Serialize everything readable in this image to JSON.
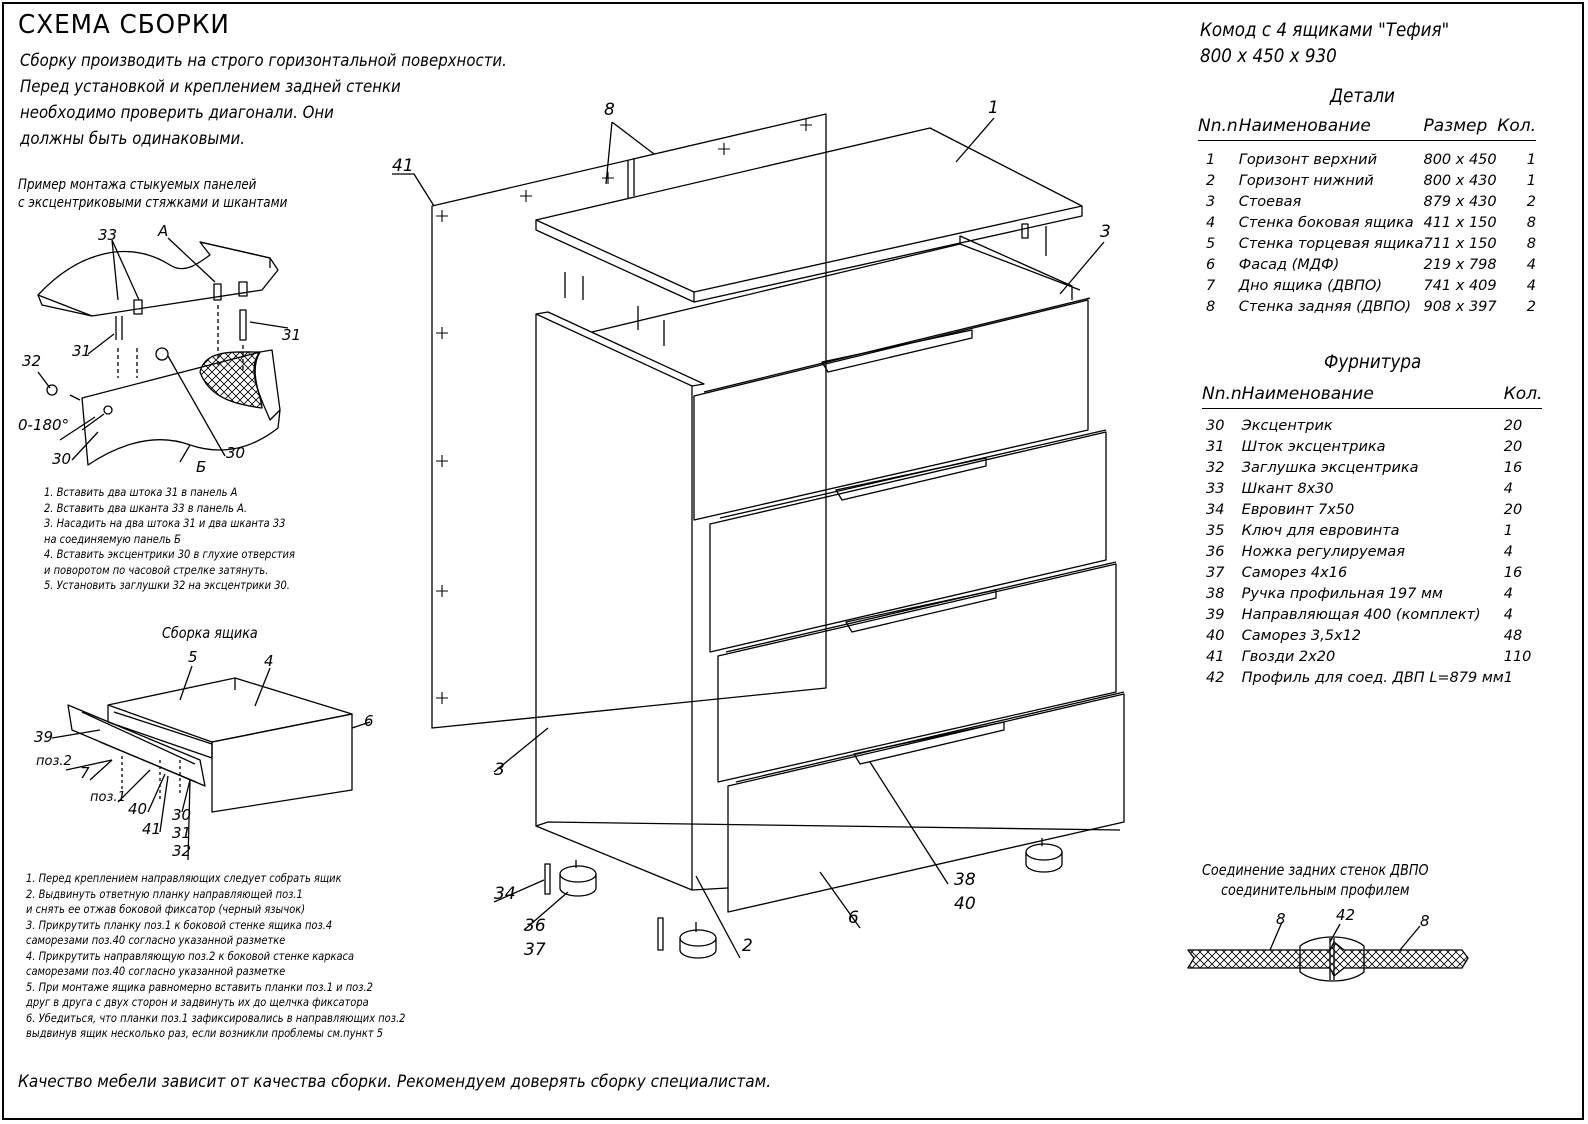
{
  "title": "СХЕМА СБОРКИ",
  "intro": [
    "Сборку производить на строго горизонтальной поверхности.",
    "Перед установкой и креплением задней стенки",
    "необходимо проверить диагонали. Они",
    "должны быть одинаковыми."
  ],
  "example": {
    "caption": [
      "Пример монтажа стыкуемых панелей",
      "с эксцентриковыми стяжками и шкантами"
    ],
    "steps": [
      "1. Вставить два штока 31 в панель А",
      "2. Вставить два шканта 33 в панель А.",
      "3. Насадить на два штока 31 и два шканта 33",
      "    на соединяемую панель Б",
      "4. Вставить эксцентрики 30 в глухие отверстия",
      "    и поворотом по часовой стрелке затянуть.",
      "5. Установить заглушки 32 на эксцентрики 30."
    ],
    "callouts": {
      "a": "А",
      "b": "Б",
      "n33": "33",
      "n31a": "31",
      "n31b": "31",
      "n32": "32",
      "angle": "0-180°",
      "n30a": "30",
      "n30b": "30"
    }
  },
  "drawer": {
    "caption": "Сборка ящика",
    "callouts": {
      "n5": "5",
      "n4": "4",
      "n6": "6",
      "n39": "39",
      "poz2": "поз.2",
      "n7": "7",
      "poz1": "поз.1",
      "n40": "40",
      "n41": "41",
      "n30": "30",
      "n31": "31",
      "n32": "32"
    },
    "steps": [
      "1. Перед креплением направляющих следует собрать ящик",
      "2. Выдвинуть ответную планку направляющей поз.1",
      "    и снять ее отжав боковой фиксатор (черный язычок)",
      "3. Прикрутить планку поз.1 к боковой стенке ящика поз.4",
      "    саморезами поз.40 согласно указанной разметке",
      "4. Прикрутить направляющую поз.2 к боковой стенке каркаса",
      "    саморезами поз.40 согласно указанной разметке",
      "5. При монтаже ящика равномерно вставить планки поз.1 и поз.2",
      "    друг в друга с двух сторон и задвинуть их до щелчка фиксатора",
      "6. Убедиться, что планки поз.1 зафиксировались в направляющих поз.2",
      "    выдвинув ящик несколько раз, если возникли проблемы см.пункт 5"
    ]
  },
  "main_callouts": {
    "n8": "8",
    "n1": "1",
    "n41": "41",
    "n3a": "3",
    "n3b": "3",
    "n34": "34",
    "n36": "36",
    "n37": "37",
    "n2": "2",
    "n6": "6",
    "n38": "38",
    "n40": "40"
  },
  "product": {
    "name": "Комод с 4 ящиками \"Тефия\"",
    "size": "800 x 450 x 930"
  },
  "details": {
    "title": "Детали",
    "headers": [
      "Nn.n",
      "Наименование",
      "Размер",
      "Кол."
    ],
    "rows": [
      [
        "1",
        "Горизонт верхний",
        "800 x 450",
        "1"
      ],
      [
        "2",
        "Горизонт нижний",
        "800 x 430",
        "1"
      ],
      [
        "3",
        "Стоевая",
        "879 x 430",
        "2"
      ],
      [
        "4",
        "Стенка боковая ящика",
        "411 x 150",
        "8"
      ],
      [
        "5",
        "Стенка торцевая ящика",
        "711 x 150",
        "8"
      ],
      [
        "6",
        "Фасад (МДФ)",
        "219 x 798",
        "4"
      ],
      [
        "7",
        "Дно ящика (ДВПО)",
        "741 x 409",
        "4"
      ],
      [
        "8",
        "Стенка задняя (ДВПО)",
        "908 x 397",
        "2"
      ]
    ]
  },
  "hardware": {
    "title": "Фурнитура",
    "headers": [
      "Nn.n",
      "Наименование",
      "Кол."
    ],
    "rows": [
      [
        "30",
        "Эксцентрик",
        "20"
      ],
      [
        "31",
        "Шток эксцентрика",
        "20"
      ],
      [
        "32",
        "Заглушка эксцентрика",
        "16"
      ],
      [
        "33",
        "Шкант 8x30",
        "4"
      ],
      [
        "34",
        "Евровинт 7x50",
        "20"
      ],
      [
        "35",
        "Ключ для евровинта",
        "1"
      ],
      [
        "36",
        "Ножка регулируемая",
        "4"
      ],
      [
        "37",
        "Саморез 4x16",
        "16"
      ],
      [
        "38",
        "Ручка профильная 197 мм",
        "4"
      ],
      [
        "39",
        "Направляющая 400 (комплект)",
        "4"
      ],
      [
        "40",
        "Саморез 3,5x12",
        "48"
      ],
      [
        "41",
        "Гвозди 2x20",
        "110"
      ],
      [
        "42",
        "Профиль для соед. ДВП L=879 мм",
        "1"
      ]
    ]
  },
  "joint": {
    "caption": [
      "Соединение задних стенок ДВПО",
      "соединительным профилем"
    ],
    "callouts": {
      "left": "8",
      "mid": "42",
      "right": "8"
    }
  },
  "footer": "Качество мебели зависит от качества сборки. Рекомендуем доверять сборку специалистам."
}
